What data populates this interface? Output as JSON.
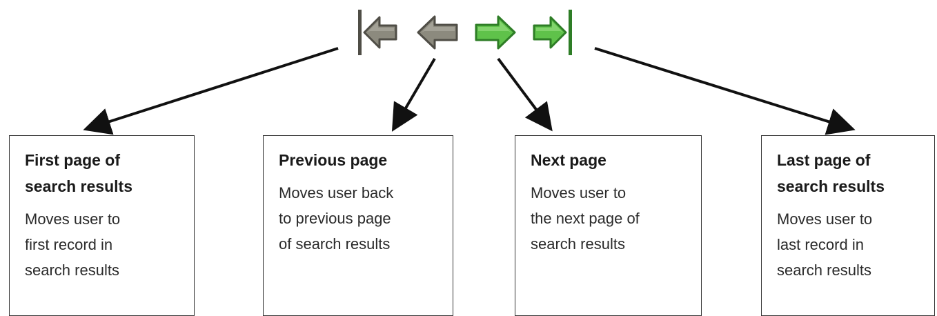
{
  "colors": {
    "gray_arrow_fill": "#8c8a7e",
    "gray_arrow_stroke": "#4f4d46",
    "green_arrow_fill": "#5fc24a",
    "green_arrow_stroke": "#2e7d26",
    "connector": "#111111",
    "box_border": "#333333"
  },
  "nav_buttons": [
    {
      "id": "first",
      "icon": "first-page-icon"
    },
    {
      "id": "prev",
      "icon": "previous-page-icon"
    },
    {
      "id": "next",
      "icon": "next-page-icon"
    },
    {
      "id": "last",
      "icon": "last-page-icon"
    }
  ],
  "boxes": {
    "first": {
      "title": "First page of\nsearch results",
      "body": "Moves user to\nfirst record in\nsearch results"
    },
    "prev": {
      "title": "Previous page",
      "body": "Moves user back\nto previous page\nof search results"
    },
    "next": {
      "title": "Next page",
      "body": "Moves user to\nthe next page of\nsearch results"
    },
    "last": {
      "title": "Last page of\nsearch results",
      "body": "Moves user to\nlast record in\nsearch results"
    }
  }
}
